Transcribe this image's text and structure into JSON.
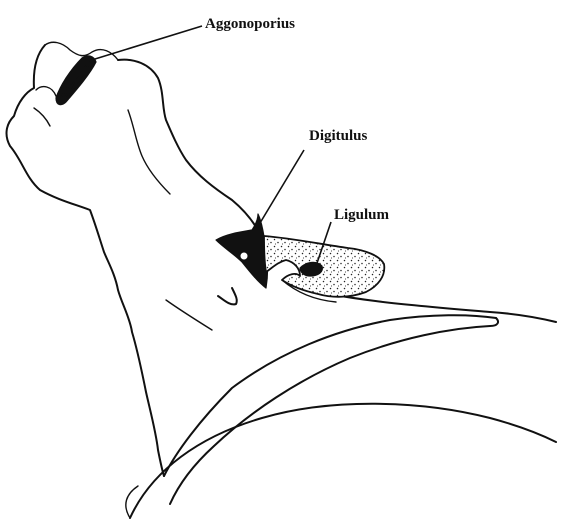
{
  "labels": {
    "aggonoporius": "Aggonoporius",
    "digitulus": "Digitulus",
    "ligulum": "Ligulum"
  },
  "colors": {
    "ink": "#111111",
    "background": "#ffffff"
  }
}
